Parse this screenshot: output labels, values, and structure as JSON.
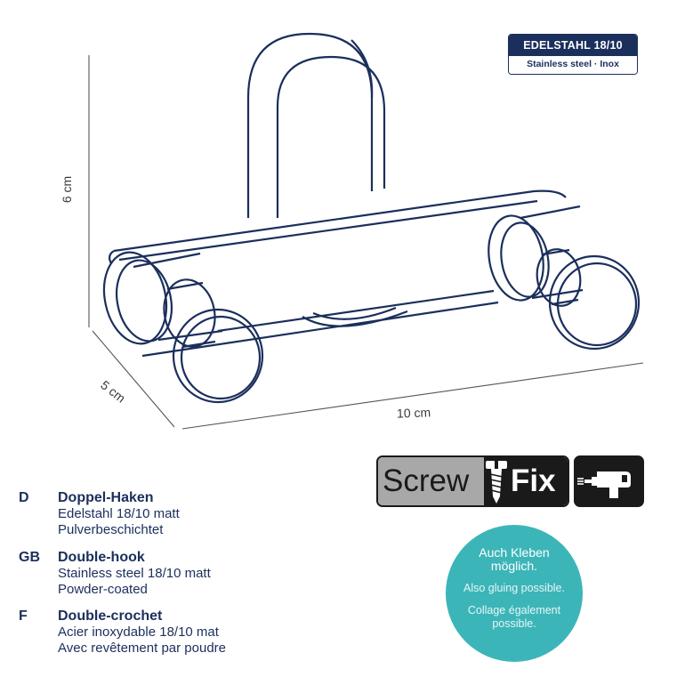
{
  "dimensions": {
    "height": "6 cm",
    "depth": "5 cm",
    "width": "10 cm"
  },
  "material_badge": {
    "top": "EDELSTAHL 18/10",
    "bottom": "Stainless steel · Inox"
  },
  "descriptions": [
    {
      "code": "D",
      "title": "Doppel-Haken",
      "line1": "Edelstahl 18/10 matt",
      "line2": "Pulverbeschichtet"
    },
    {
      "code": "GB",
      "title": "Double-hook",
      "line1": "Stainless steel 18/10 matt",
      "line2": "Powder-coated"
    },
    {
      "code": "F",
      "title": "Double-crochet",
      "line1": "Acier inoxydable 18/10 mat",
      "line2": "Avec revêtement par poudre"
    }
  ],
  "screwfix": {
    "left": "Screw",
    "right": "Fix"
  },
  "icons": {
    "screw": "screw-icon",
    "drill": "drill-icon"
  },
  "glue": {
    "de_line1": "Auch Kleben",
    "de_line2": "möglich.",
    "en": "Also gluing possible.",
    "fr_line1": "Collage également",
    "fr_line2": "possible."
  },
  "colors": {
    "navy": "#1b2f5c",
    "teal": "#3cb5b9",
    "dark": "#1a1a1a",
    "grey": "#a8a8a8"
  }
}
